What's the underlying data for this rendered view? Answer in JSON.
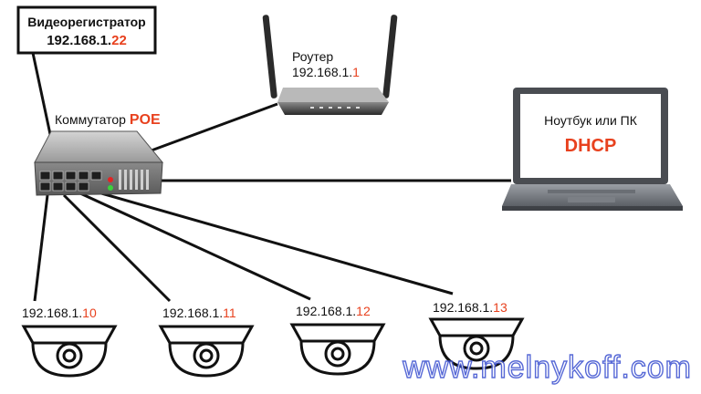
{
  "dvr": {
    "title": "Видеорегистратор",
    "ip_prefix": "192.168.1.",
    "ip_suffix": "22"
  },
  "router": {
    "title": "Роутер",
    "ip_prefix": "192.168.1.",
    "ip_suffix": "1"
  },
  "switch": {
    "title": "Коммутатор",
    "badge": "POE"
  },
  "laptop": {
    "title": "Ноутбук или ПК",
    "mode": "DHCP"
  },
  "cameras": [
    {
      "ip_prefix": "192.168.1.",
      "ip_suffix": "10"
    },
    {
      "ip_prefix": "192.168.1.",
      "ip_suffix": "11"
    },
    {
      "ip_prefix": "192.168.1.",
      "ip_suffix": "12"
    },
    {
      "ip_prefix": "192.168.1.",
      "ip_suffix": "13"
    }
  ],
  "watermark": "www.melnykoff.com",
  "colors": {
    "accent": "#e8411e",
    "line": "#111111",
    "watermark": "#3a4fd0"
  }
}
